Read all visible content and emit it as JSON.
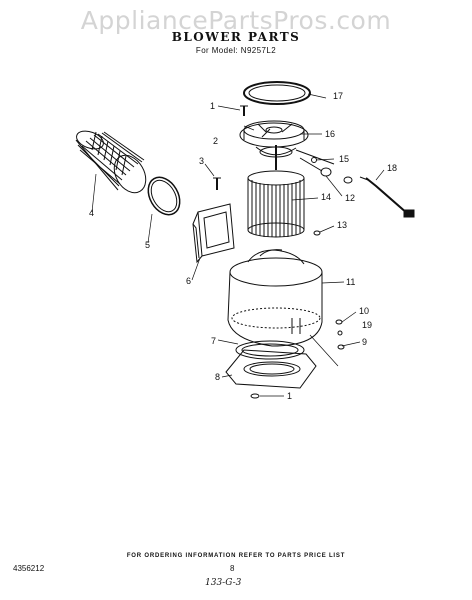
{
  "watermark": "AppliancePartsPros.com",
  "title": "BLOWER PARTS",
  "subtitle": "For Model: N9257L2",
  "callouts": {
    "c1a": "1",
    "c1b": "1",
    "c2": "2",
    "c3": "3",
    "c4": "4",
    "c5": "5",
    "c6": "6",
    "c7": "7",
    "c8": "8",
    "c9": "9",
    "c10": "10",
    "c11": "11",
    "c12": "12",
    "c13": "13",
    "c14": "14",
    "c15": "15",
    "c16": "16",
    "c17": "17",
    "c18": "18",
    "c19": "19"
  },
  "footer": {
    "note": "FOR ORDERING INFORMATION REFER TO PARTS PRICE LIST",
    "part_number": "4356212",
    "page_number": "8",
    "handwritten": "133-G-3"
  }
}
